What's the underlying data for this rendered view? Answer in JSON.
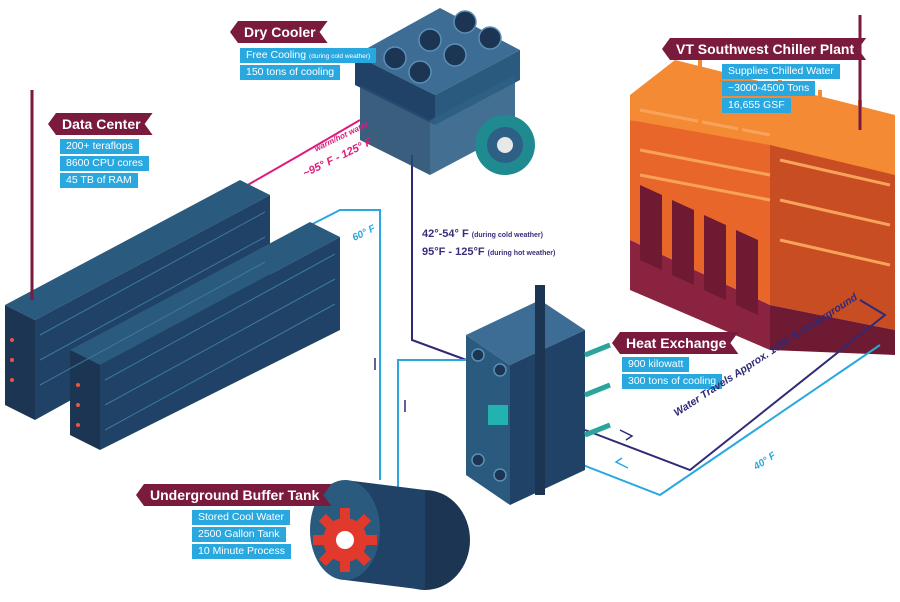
{
  "colors": {
    "banner": "#7a1a3c",
    "info": "#29a8e0",
    "server_dark": "#1b3553",
    "server_light": "#2a5a7e",
    "pipe_blue": "#29a8e0",
    "pipe_magenta": "#e0197d",
    "pipe_navy": "#2e2a78",
    "plant_orange": "#f07a25",
    "plant_maroon": "#8a2340",
    "gear_red": "#e13a2c"
  },
  "data_center": {
    "title": "Data Center",
    "items": [
      "200+ teraflops",
      "8600 CPU cores",
      "45 TB  of RAM"
    ]
  },
  "dry_cooler": {
    "title": "Dry Cooler",
    "items": [
      {
        "main": "Free Cooling",
        "note": "(during cold weather)"
      },
      {
        "main": "150 tons of cooling",
        "note": ""
      }
    ]
  },
  "chiller_plant": {
    "title": "VT Southwest  Chiller Plant",
    "items": [
      "Supplies Chilled Water",
      "~3000-4500 Tons",
      "16,655 GSF"
    ]
  },
  "heat_exchange": {
    "title": "Heat Exchange",
    "items": [
      "900 kilowatt",
      "300 tons of cooling"
    ]
  },
  "buffer_tank": {
    "title": "Underground Buffer Tank",
    "items": [
      "Stored Cool Water",
      "2500 Gallon Tank",
      "10 Minute Process"
    ]
  },
  "flows": {
    "warm_hot_caption": "warm/hot water",
    "warm_hot_temp": "~95° F - 125° F",
    "supply_temp": "60° F",
    "cold_temp": "42°-54° F",
    "cold_note": "(during cold weather)",
    "hot_temp": "95°F - 125°F",
    "hot_note": "(during hot weather)",
    "underground_text": "Water Travels Approx. 1000 ft Underground",
    "return_temp": "40° F"
  }
}
